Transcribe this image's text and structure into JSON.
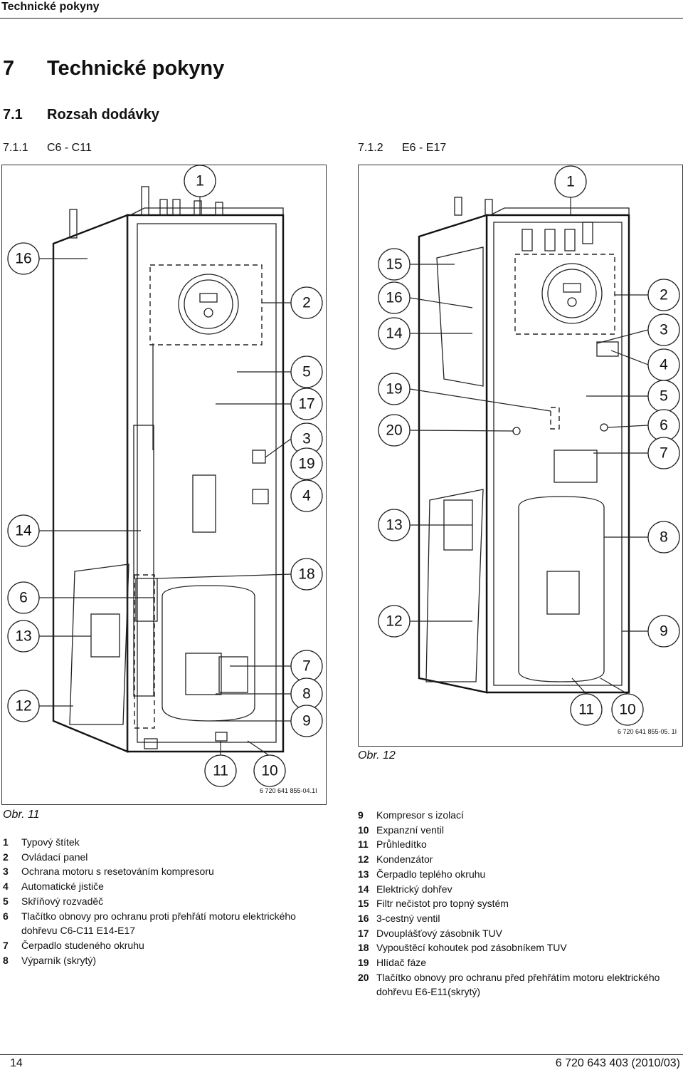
{
  "header": {
    "title": "Technické pokyny"
  },
  "section": {
    "number": "7",
    "title": "Technické pokyny"
  },
  "subsection": {
    "number": "7.1",
    "title": "Rozsah dodávky"
  },
  "left_heading": {
    "number": "7.1.1",
    "title": "C6 - C11"
  },
  "right_heading": {
    "number": "7.1.2",
    "title": "E6 - E17"
  },
  "figure_left": {
    "code": "6 720 641 855-04.1I",
    "caption": "Obr. 11",
    "callouts": [
      "1",
      "16",
      "2",
      "5",
      "17",
      "3",
      "19",
      "4",
      "14",
      "18",
      "6",
      "13",
      "7",
      "12",
      "8",
      "9",
      "11",
      "10"
    ]
  },
  "figure_right": {
    "code": "6 720 641 855-05. 1I",
    "caption": "Obr. 12",
    "callouts": [
      "1",
      "15",
      "16",
      "14",
      "19",
      "20",
      "13",
      "12",
      "2",
      "3",
      "4",
      "5",
      "6",
      "7",
      "8",
      "9",
      "11",
      "10"
    ]
  },
  "legend_left": [
    {
      "n": "1",
      "t": "Typový štítek"
    },
    {
      "n": "2",
      "t": "Ovládací panel"
    },
    {
      "n": "3",
      "t": "Ochrana motoru s resetováním kompresoru"
    },
    {
      "n": "4",
      "t": "Automatické jističe"
    },
    {
      "n": "5",
      "t": "Skříňový rozvaděč"
    },
    {
      "n": "6",
      "t": "Tlačítko obnovy pro ochranu proti přehřátí motoru elektrického dohřevu C6-C11 E14-E17"
    },
    {
      "n": "7",
      "t": "Čerpadlo studeného okruhu"
    },
    {
      "n": "8",
      "t": "Výparník (skrytý)"
    }
  ],
  "legend_right": [
    {
      "n": "9",
      "t": "Kompresor s izolací"
    },
    {
      "n": "10",
      "t": "Expanzní ventil"
    },
    {
      "n": "11",
      "t": "Průhledítko"
    },
    {
      "n": "12",
      "t": "Kondenzátor"
    },
    {
      "n": "13",
      "t": "Čerpadlo teplého okruhu"
    },
    {
      "n": "14",
      "t": "Elektrický dohřev"
    },
    {
      "n": "15",
      "t": "Filtr nečistot pro topný systém"
    },
    {
      "n": "16",
      "t": "3-cestný ventil"
    },
    {
      "n": "17",
      "t": "Dvouplášťový zásobník TUV"
    },
    {
      "n": "18",
      "t": "Vypouštěcí kohoutek pod zásobníkem TUV"
    },
    {
      "n": "19",
      "t": "Hlídač fáze"
    },
    {
      "n": "20",
      "t": "Tlačítko obnovy pro ochranu před přehřátím motoru elektrického dohřevu E6-E11(skrytý)"
    }
  ],
  "footer": {
    "page": "14",
    "doc": "6 720 643 403 (2010/03)"
  }
}
